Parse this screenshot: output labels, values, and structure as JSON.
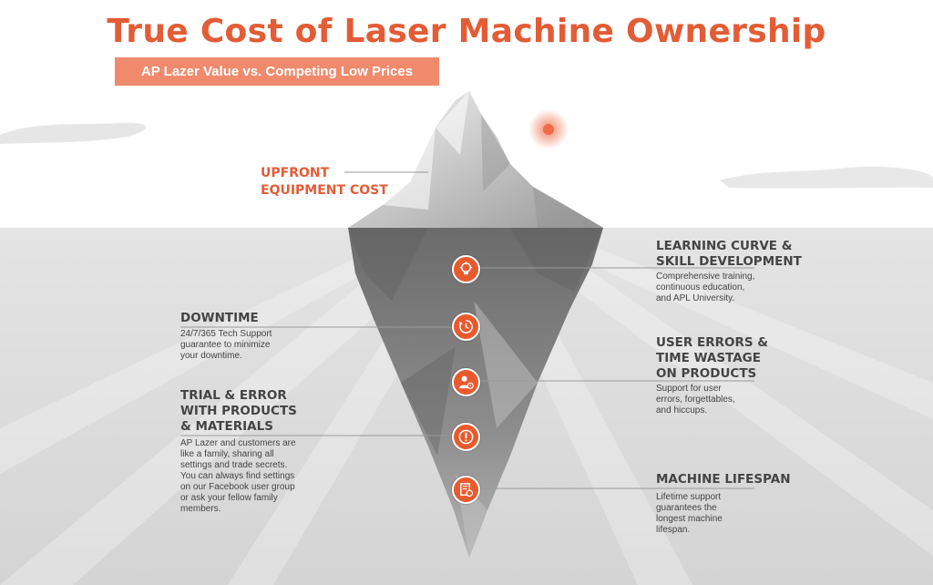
{
  "title": "True Cost of Laser Machine Ownership",
  "subtitle": "AP Lazer Value vs. Competing Low Prices",
  "colors": {
    "accent": "#e35c35",
    "subtitle_bg": "#ef8a6c",
    "water": "#dcdcdc"
  },
  "above_water": {
    "label_line1": "UPFRONT",
    "label_line2": "EQUIPMENT COST"
  },
  "left": [
    {
      "heading": [
        "DOWNTIME"
      ],
      "desc": [
        "24/7/365 Tech Support",
        "guarantee to minimize",
        "your downtime."
      ]
    },
    {
      "heading": [
        "TRIAL & ERROR",
        "WITH PRODUCTS",
        "& MATERIALS"
      ],
      "desc": [
        "AP Lazer and customers are",
        "like a family, sharing all",
        "settings and trade secrets.",
        "You can always find settings",
        "on our Facebook user group",
        "or ask your fellow family",
        "members."
      ]
    }
  ],
  "right": [
    {
      "heading": [
        "LEARNING CURVE &",
        "SKILL DEVELOPMENT"
      ],
      "desc": [
        "Comprehensive training,",
        "continuous education,",
        "and APL University."
      ]
    },
    {
      "heading": [
        "USER ERRORS &",
        "TIME WASTAGE",
        "ON PRODUCTS"
      ],
      "desc": [
        "Support for user",
        "errors, forgettables,",
        "and hiccups."
      ]
    },
    {
      "heading": [
        "MACHINE LIFESPAN"
      ],
      "desc": [
        "Lifetime support",
        "guarantees the",
        "longest machine",
        "lifespan."
      ]
    }
  ],
  "icons": [
    "lightbulb-gear-icon",
    "clock-refresh-icon",
    "user-warning-icon",
    "exclamation-icon",
    "document-gear-icon"
  ]
}
